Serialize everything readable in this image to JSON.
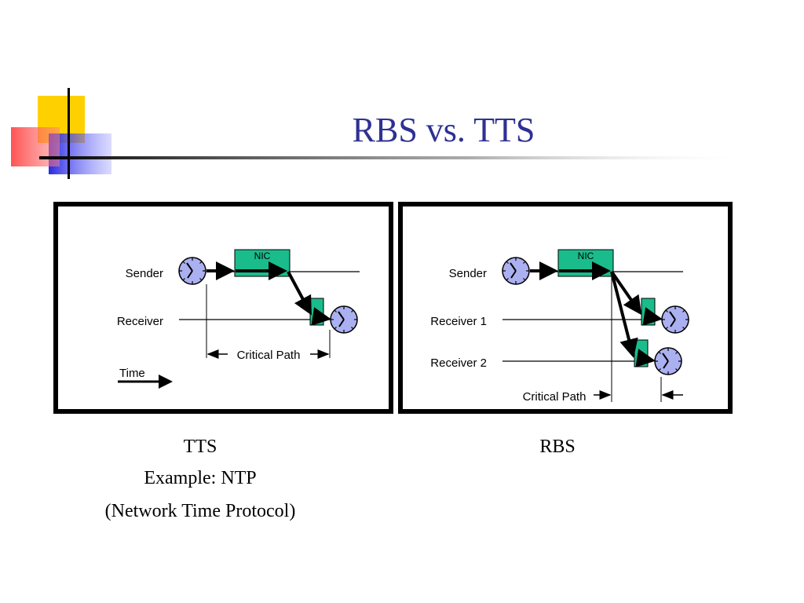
{
  "title": "RBS vs. TTS",
  "colors": {
    "title": "#2e3192",
    "nic": "#1abc8c",
    "clock": "#aab0f0"
  },
  "tts_diagram": {
    "sender_label": "Sender",
    "receiver_label": "Receiver",
    "nic_label": "NIC",
    "critical_path_label": "Critical Path",
    "time_label": "Time"
  },
  "rbs_diagram": {
    "sender_label": "Sender",
    "receiver1_label": "Receiver 1",
    "receiver2_label": "Receiver 2",
    "nic_label": "NIC",
    "critical_path_label": "Critical Path"
  },
  "captions": {
    "tts": "TTS",
    "tts_example": "Example: NTP",
    "tts_protocol": "(Network Time Protocol)",
    "rbs": "RBS"
  }
}
